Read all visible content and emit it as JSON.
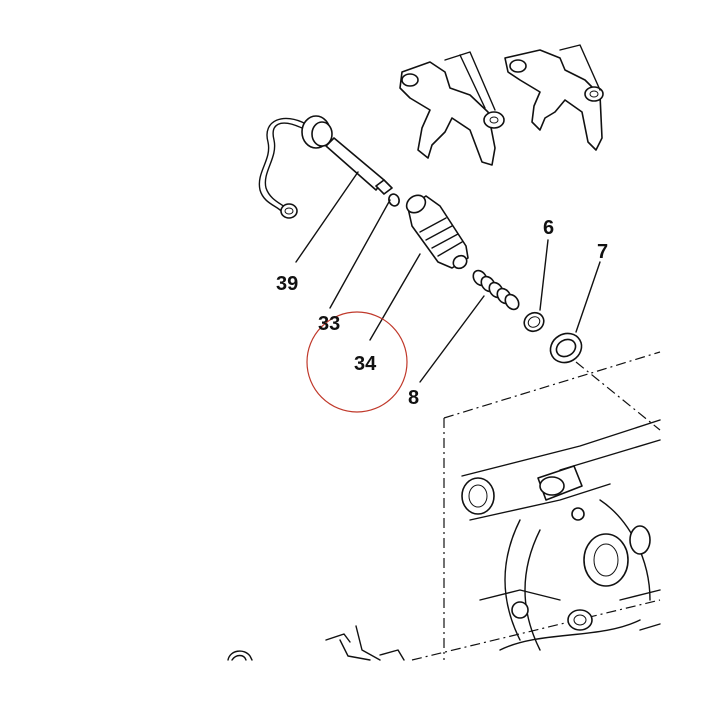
{
  "labels": {
    "p39": "39",
    "p33": "33",
    "p34": "34",
    "p8": "8",
    "p6": "6",
    "p7": "7"
  },
  "highlight_color": "#c0392b"
}
